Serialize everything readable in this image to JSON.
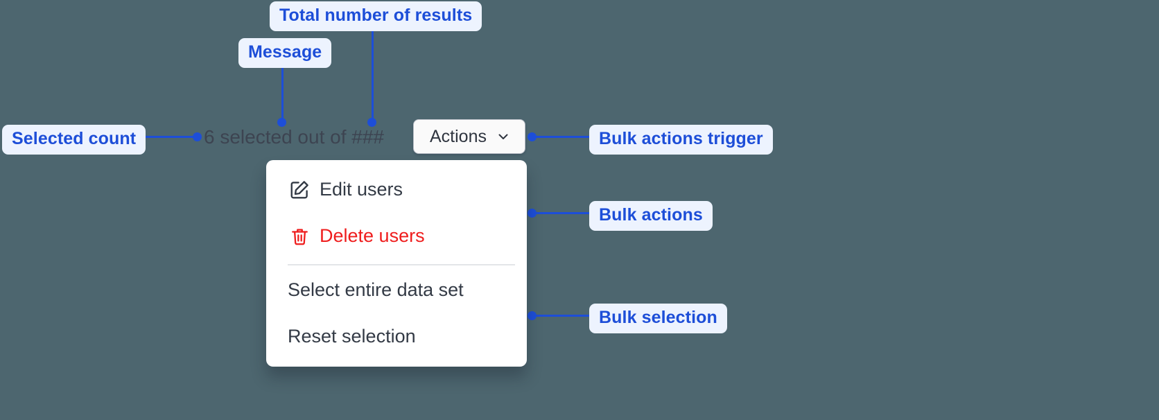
{
  "background_color": "#4d666f",
  "accent_color": "#1d4ed8",
  "annotations": [
    {
      "id": "total-results",
      "label": "Total number of results"
    },
    {
      "id": "message",
      "label": "Message"
    },
    {
      "id": "selected-count",
      "label": "Selected count"
    },
    {
      "id": "bulk-trigger",
      "label": "Bulk actions trigger"
    },
    {
      "id": "bulk-actions",
      "label": "Bulk actions"
    },
    {
      "id": "bulk-selection",
      "label": "Bulk selection"
    }
  ],
  "toolbar": {
    "selected_count_text": "6 selected out of ###",
    "actions_button_label": "Actions",
    "chevron_icon": "chevron-down-icon"
  },
  "menu": {
    "items": [
      {
        "label": "Edit users",
        "icon": "edit-pencil-square-icon",
        "danger": false
      },
      {
        "label": "Delete users",
        "icon": "trash-icon",
        "danger": true
      },
      {
        "label": "Select entire data set",
        "icon": null,
        "danger": false
      },
      {
        "label": "Reset selection",
        "icon": null,
        "danger": false
      }
    ]
  }
}
